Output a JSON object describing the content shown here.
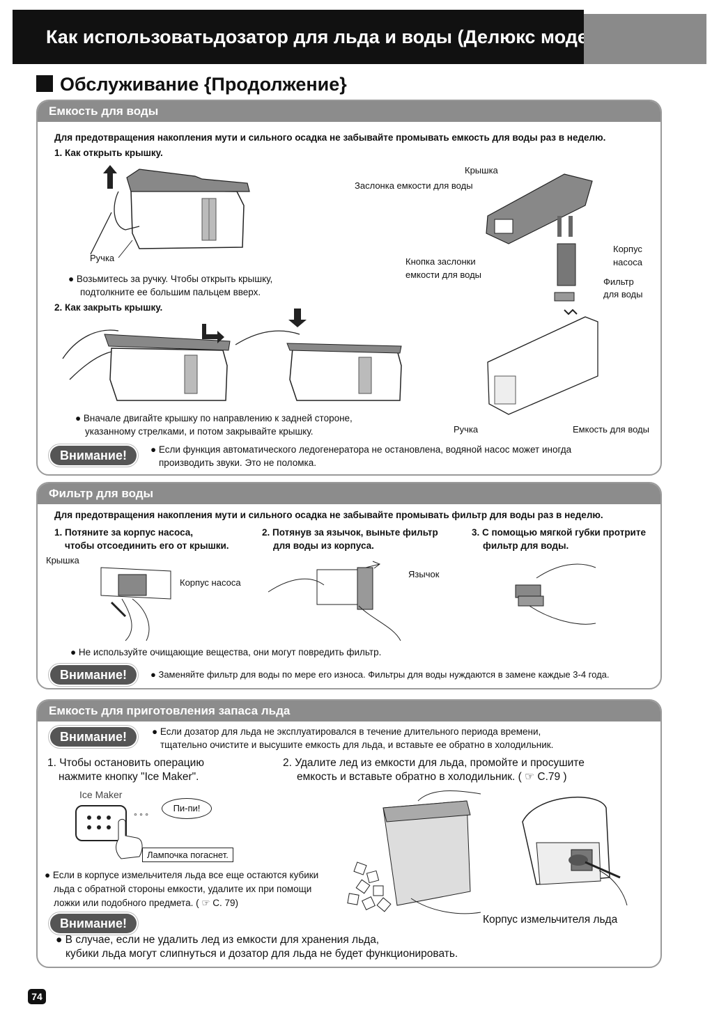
{
  "header": {
    "title": "Как использоватьдозатор  для льда и воды (Делюкс модель)"
  },
  "section_title": "Обслуживание {Продолжение}",
  "water_tank": {
    "heading": "Емкость для воды",
    "intro": "Для предотвращения накопления мути и сильного осадка не забывайте промывать емкость для воды раз в неделю.",
    "step1_title": "1. Как открыть крышку.",
    "handle_label": "Ручка",
    "step1_note_line1": "● Возьмитесь за ручку. Чтобы открыть крышку,",
    "step1_note_line2": "подтолкните ее большим пальцем вверх.",
    "step2_title": "2. Как закрыть крышку.",
    "step2_note_line1": "● Вначале двигайте крышку по направлению к задней стороне,",
    "step2_note_line2": "указанному стрелками, и потом закрывайте крышку.",
    "labels": {
      "lid": "Крышка",
      "tank_shutter": "Заслонка емкости для воды",
      "shutter_button_line1": "Кнопка заслонки",
      "shutter_button_line2": "емкости для воды",
      "pump_body_line1": "Корпус",
      "pump_body_line2": "насоса",
      "filter_line1": "Фильтр",
      "filter_line2": "для воды",
      "handle": "Ручка",
      "tank": "Емкость для воды"
    },
    "caution_badge": "Внимание!",
    "caution_line1": "● Если функция автоматического ледогенератора не остановлена, водяной насос может иногда",
    "caution_line2": "производить звуки. Это не поломка."
  },
  "water_filter": {
    "heading": "Фильтр для воды",
    "intro": "Для предотвращения накопления мути и сильного осадка не забывайте промывать фильтр для воды раз в неделю.",
    "step1_line1": "1. Потяните за корпус насоса,",
    "step1_line2": "чтобы отсоединить  его от крышки.",
    "step2_line1": "2. Потянув за язычок, выньте фильтр",
    "step2_line2": "для воды из корпуса.",
    "step3_line1": "3. С помощью мягкой губки протрите",
    "step3_line2": "фильтр для воды.",
    "label_lid": "Крышка",
    "label_pump_body": "Корпус насоса",
    "label_tab": "Язычок",
    "note": "● Не используйте очищающие вещества, они могут повредить фильтр.",
    "caution_badge": "Внимание!",
    "caution": "● Заменяйте фильтр для воды по мере его износа. Фильтры для воды нуждаются в замене каждые 3-4 года."
  },
  "ice_storage": {
    "heading": "Емкость для приготовления запаса льда",
    "caution_badge": "Внимание!",
    "caution_line1": "● Если дозатор для льда не эксплуатировался в течение длительного периода времени,",
    "caution_line2": "тщательно очистите и высушите емкость для льда, и вставьте ее обратно в холодильник.",
    "step1_line1": "1. Чтобы остановить операцию",
    "step1_line2": "нажмите кнопку \"Ice Maker\".",
    "ice_maker_label": "Ice Maker",
    "beep": "Пи-пи!",
    "lamp_off": "Лампочка погаснет.",
    "step2_line1": "2.  Удалите лед из емкости для льда, промойте и просушите",
    "step2_line2": "емкость и вставьте обратно в холодильник.",
    "step2_ref": "С.79",
    "note_line1": "● Если в корпусе измельчителя льда все еще остаются кубики",
    "note_line2": "льда с обратной стороны емкости, удалите их при помощи",
    "note_line3": "ложки или подобного предмета.",
    "note_ref": "С. 79",
    "crusher_label": "Корпус измельчителя льда",
    "caution2_badge": "Внимание!",
    "caution2_line1": "● В случае, если не удалить лед из емкости для хранения льда,",
    "caution2_line2": "кубики льда могут слипнуться и дозатор для льда не будет функционировать."
  },
  "page_number": "74"
}
